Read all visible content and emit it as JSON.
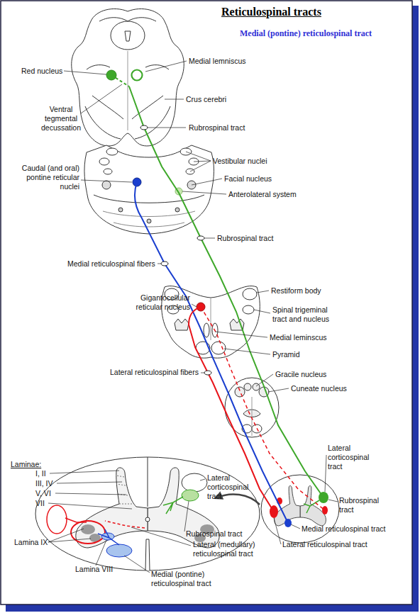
{
  "diagram": {
    "title": "Reticulospinal tracts",
    "labels": [
      "Medial (pontine) reticulospinal tract",
      "Red nucleus",
      "Medial lemniscus",
      "Crus cerebri",
      "Ventral tegmental decussation",
      "Rubrospinal tract",
      "Vestibular nuclei",
      "Caudal (and oral) pontine reticular nuclei",
      "Facial nucleus",
      "Anterolateral system",
      "Rubrospinal tract",
      "Medial reticulospinal fibers",
      "Gigantocellular reticular nucleus",
      "Restiform body",
      "Spinal trigeminal tract and nucleus",
      "Medial leminscus",
      "Pyramid",
      "Lateral reticulospinal fibers",
      "Gracile nucleus",
      "Cuneate nucleus",
      "Laminae:",
      "I, II",
      "III, IV",
      "V, VI",
      "VII",
      "Lateral corticospinal tract",
      "Lateral corticospinal tract",
      "Rubrospinal tract",
      "Rubrospinal tract",
      "Lamina IX",
      "Lamina VIII",
      "Lateral (medullary) reticulospinal tract",
      "Medial (pontine) reticulospinal tract",
      "Medial reticulospinal tract",
      "Lateral reticulospinal tract"
    ]
  }
}
